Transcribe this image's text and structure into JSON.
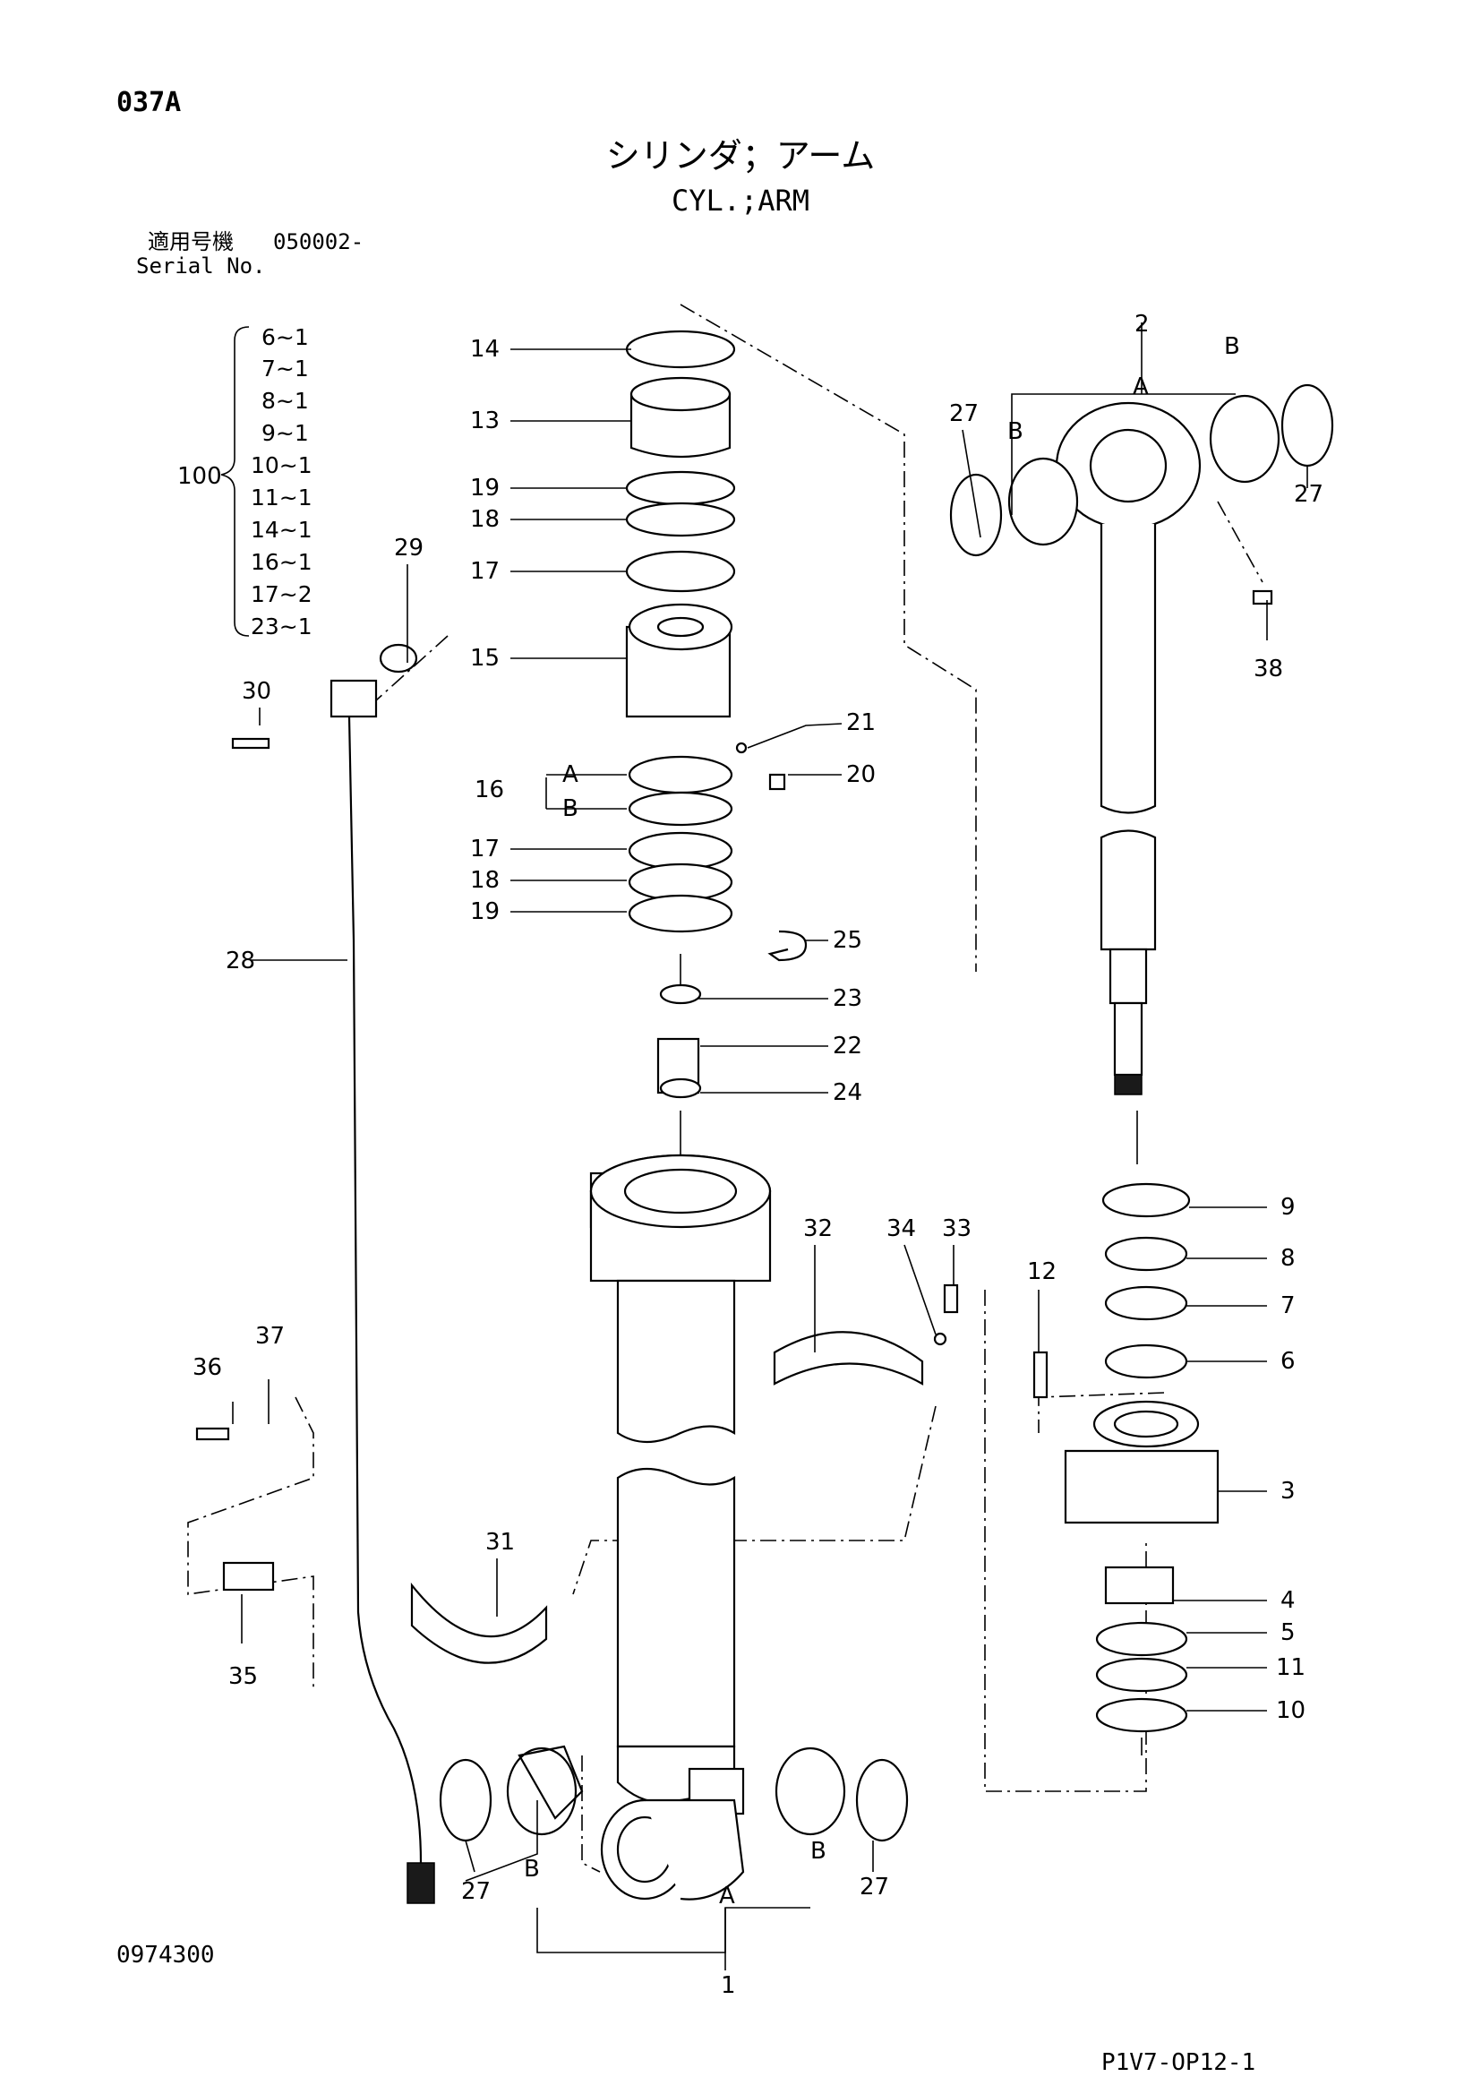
{
  "header": {
    "code": "037A",
    "title_jp": "シリンダ；アーム",
    "title_en": "CYL.;ARM",
    "serial_label_jp": "適用号機",
    "serial_no": "050002-",
    "serial_label_en": "Serial No."
  },
  "kit": {
    "label": "100",
    "items": [
      "6~1",
      "7~1",
      "8~1",
      "9~1",
      "10~1",
      "11~1",
      "14~1",
      "16~1",
      "17~2",
      "23~1"
    ]
  },
  "callouts": {
    "c1": "1",
    "c2": "2",
    "c3": "3",
    "c4": "4",
    "c5": "5",
    "c6": "6",
    "c7": "7",
    "c8": "8",
    "c9": "9",
    "c10": "10",
    "c11": "11",
    "c12": "12",
    "c13": "13",
    "c14": "14",
    "c15": "15",
    "c16": "16",
    "c17a": "17",
    "c17b": "17",
    "c18a": "18",
    "c18b": "18",
    "c19a": "19",
    "c19b": "19",
    "c20": "20",
    "c21": "21",
    "c22": "22",
    "c23": "23",
    "c24": "24",
    "c25": "25",
    "c27a": "27",
    "c27b": "27",
    "c27c": "27",
    "c27d": "27",
    "c28": "28",
    "c29": "29",
    "c30": "30",
    "c31": "31",
    "c32": "32",
    "c33": "33",
    "c34": "34",
    "c35": "35",
    "c36": "36",
    "c37": "37",
    "c38": "38",
    "A16": "A",
    "B16": "B",
    "A1": "A",
    "B1a": "B",
    "B1b": "B",
    "A2": "A",
    "B2a": "B",
    "B2b": "B"
  },
  "footer": {
    "drawing_number": "0974300",
    "page_code": "P1V7-OP12-1"
  }
}
